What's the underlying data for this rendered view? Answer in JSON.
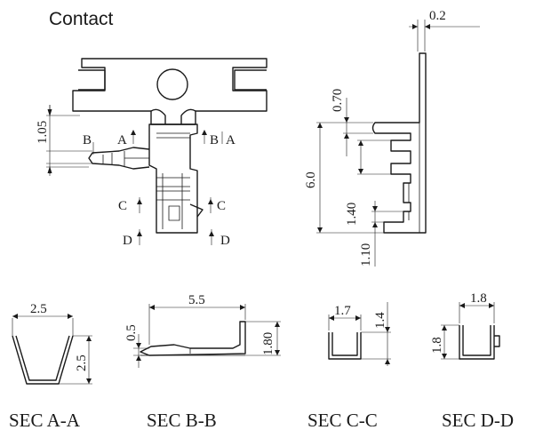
{
  "title": "Contact",
  "top_view": {
    "dim_width_top": "0.2",
    "dim_1": "0.70",
    "dim_2": "6.0",
    "dim_3": "1.40",
    "dim_4": "1.10"
  },
  "front_view": {
    "dim_height": "1.05",
    "marks": {
      "b_left": "B",
      "a_left": "A",
      "b_right": "B",
      "a_right": "A",
      "c_left": "C",
      "c_right": "C",
      "d_left": "D",
      "d_right": "D"
    }
  },
  "sections": [
    {
      "label": "SEC A-A",
      "dims": [
        "2.5",
        "2.5"
      ]
    },
    {
      "label": "SEC B-B",
      "dims": [
        "5.5",
        "0.5",
        "1.80"
      ]
    },
    {
      "label": "SEC C-C",
      "dims": [
        "1.7",
        "1.4"
      ]
    },
    {
      "label": "SEC D-D",
      "dims": [
        "1.8",
        "1.8"
      ]
    }
  ]
}
